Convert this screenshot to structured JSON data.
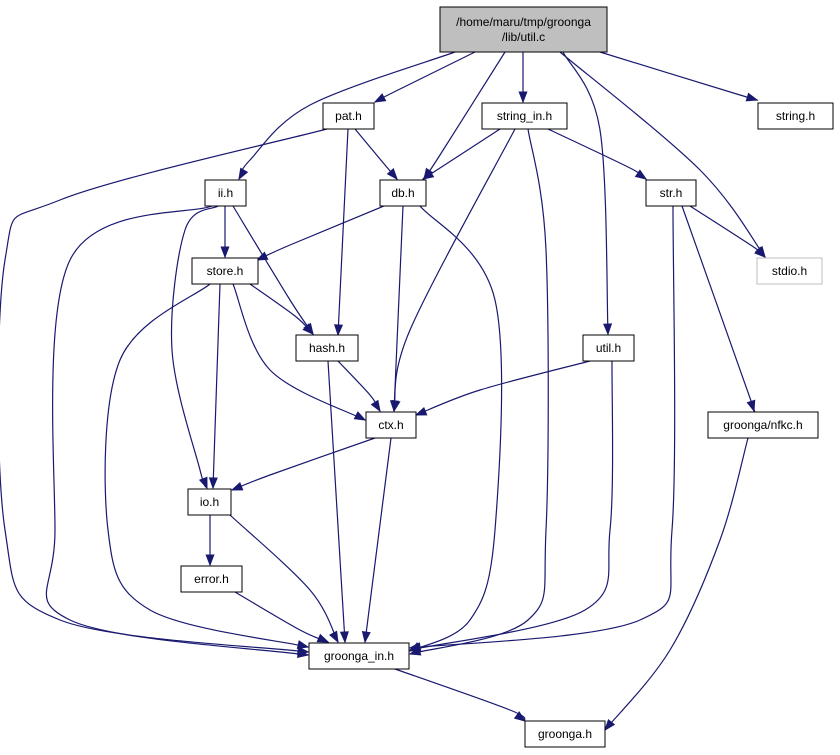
{
  "diagram": {
    "edge_color": "#191970",
    "root_fill": "#bfbfbf",
    "ghost_stroke": "#bfbfbf",
    "nodes": [
      {
        "id": "root",
        "lines": [
          "/home/maru/tmp/groonga",
          "/lib/util.c"
        ],
        "style": "root"
      },
      {
        "id": "pat_h",
        "lines": [
          "pat.h"
        ]
      },
      {
        "id": "string_in_h",
        "lines": [
          "string_in.h"
        ]
      },
      {
        "id": "string_h",
        "lines": [
          "string.h"
        ]
      },
      {
        "id": "ii_h",
        "lines": [
          "ii.h"
        ]
      },
      {
        "id": "db_h",
        "lines": [
          "db.h"
        ]
      },
      {
        "id": "str_h",
        "lines": [
          "str.h"
        ]
      },
      {
        "id": "store_h",
        "lines": [
          "store.h"
        ]
      },
      {
        "id": "stdio_h",
        "lines": [
          "stdio.h"
        ],
        "style": "ghost"
      },
      {
        "id": "hash_h",
        "lines": [
          "hash.h"
        ]
      },
      {
        "id": "util_h",
        "lines": [
          "util.h"
        ]
      },
      {
        "id": "ctx_h",
        "lines": [
          "ctx.h"
        ]
      },
      {
        "id": "groonga_nfkc_h",
        "lines": [
          "groonga/nfkc.h"
        ]
      },
      {
        "id": "io_h",
        "lines": [
          "io.h"
        ]
      },
      {
        "id": "error_h",
        "lines": [
          "error.h"
        ]
      },
      {
        "id": "groonga_in_h",
        "lines": [
          "groonga_in.h"
        ]
      },
      {
        "id": "groonga_h",
        "lines": [
          "groonga.h"
        ]
      }
    ],
    "edges": [
      {
        "from": "root",
        "to": "pat_h"
      },
      {
        "from": "root",
        "to": "string_in_h"
      },
      {
        "from": "root",
        "to": "string_h"
      },
      {
        "from": "root",
        "to": "ii_h"
      },
      {
        "from": "root",
        "to": "db_h"
      },
      {
        "from": "root",
        "to": "stdio_h"
      },
      {
        "from": "root",
        "to": "util_h"
      },
      {
        "from": "pat_h",
        "to": "db_h"
      },
      {
        "from": "pat_h",
        "to": "hash_h"
      },
      {
        "from": "pat_h",
        "to": "groonga_in_h"
      },
      {
        "from": "string_in_h",
        "to": "db_h"
      },
      {
        "from": "string_in_h",
        "to": "str_h"
      },
      {
        "from": "string_in_h",
        "to": "ctx_h"
      },
      {
        "from": "string_in_h",
        "to": "groonga_in_h"
      },
      {
        "from": "ii_h",
        "to": "store_h"
      },
      {
        "from": "ii_h",
        "to": "hash_h"
      },
      {
        "from": "ii_h",
        "to": "io_h"
      },
      {
        "from": "ii_h",
        "to": "groonga_in_h"
      },
      {
        "from": "db_h",
        "to": "store_h"
      },
      {
        "from": "db_h",
        "to": "ctx_h"
      },
      {
        "from": "db_h",
        "to": "groonga_in_h"
      },
      {
        "from": "str_h",
        "to": "stdio_h"
      },
      {
        "from": "str_h",
        "to": "groonga_nfkc_h"
      },
      {
        "from": "str_h",
        "to": "groonga_in_h"
      },
      {
        "from": "store_h",
        "to": "hash_h"
      },
      {
        "from": "store_h",
        "to": "ctx_h"
      },
      {
        "from": "store_h",
        "to": "io_h"
      },
      {
        "from": "store_h",
        "to": "groonga_in_h"
      },
      {
        "from": "hash_h",
        "to": "ctx_h"
      },
      {
        "from": "hash_h",
        "to": "groonga_in_h"
      },
      {
        "from": "util_h",
        "to": "ctx_h"
      },
      {
        "from": "util_h",
        "to": "groonga_in_h"
      },
      {
        "from": "ctx_h",
        "to": "io_h"
      },
      {
        "from": "ctx_h",
        "to": "groonga_in_h"
      },
      {
        "from": "io_h",
        "to": "error_h"
      },
      {
        "from": "io_h",
        "to": "groonga_in_h"
      },
      {
        "from": "error_h",
        "to": "groonga_in_h"
      },
      {
        "from": "groonga_nfkc_h",
        "to": "groonga_h"
      },
      {
        "from": "groonga_in_h",
        "to": "groonga_h"
      }
    ]
  }
}
